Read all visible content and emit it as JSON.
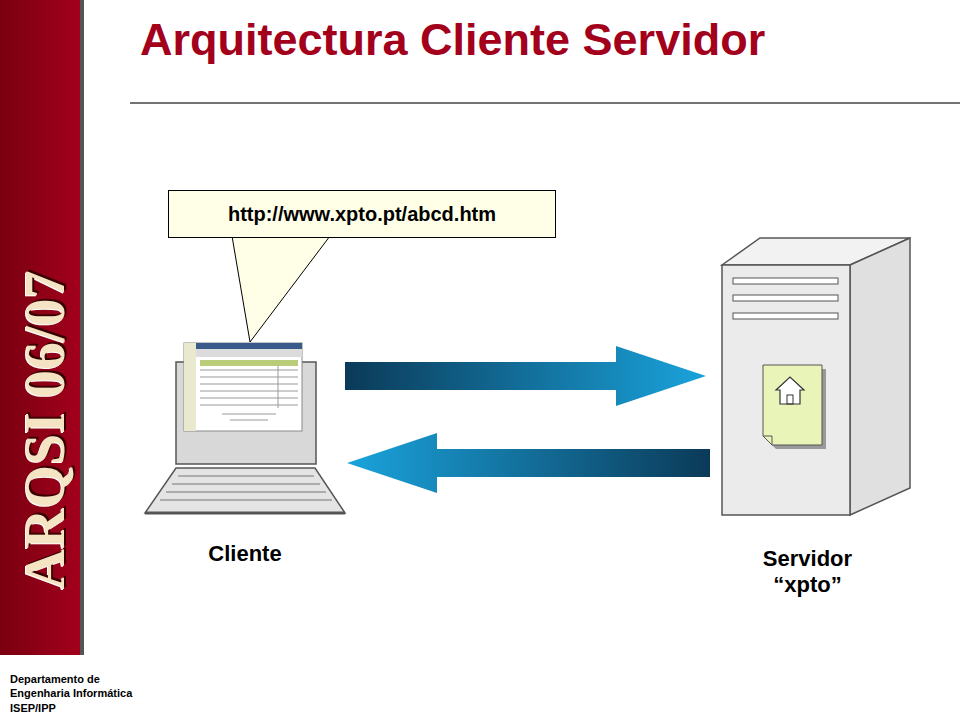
{
  "diagram": {
    "title": "Arquitectura Cliente Servidor",
    "nodes": [
      {
        "text": [
          "http://www.xpto.pt/abcd.htm"
        ]
      },
      {
        "text": [
          "Cliente"
        ]
      },
      {
        "text": [
          "Servidor “xpto”"
        ]
      }
    ],
    "edges": [
      {
        "from": 1,
        "to": 2,
        "arrow": "to"
      },
      {
        "from": 2,
        "to": 1,
        "arrow": "to"
      }
    ],
    "labels": [
      "ARQSI 06/07",
      "Departamento de Engenharia Informática",
      "ISEP/IPP"
    ]
  }
}
